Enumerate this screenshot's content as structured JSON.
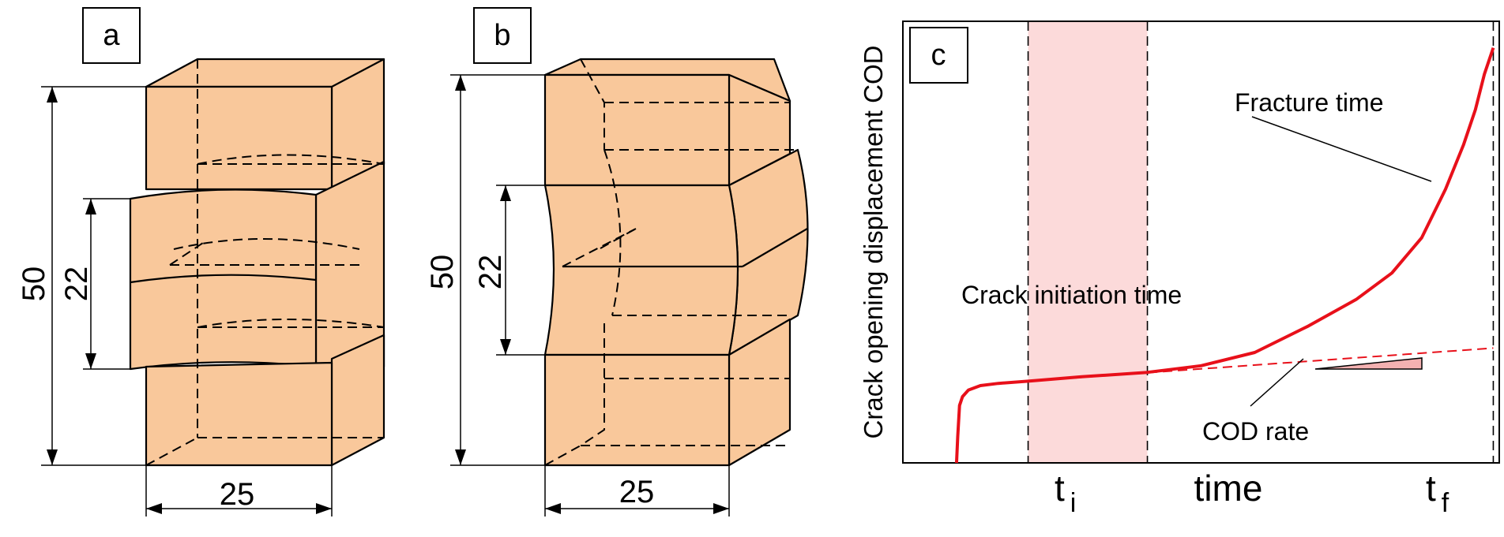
{
  "panels": {
    "a": {
      "label": "a",
      "dim_height": "50",
      "dim_notch": "22",
      "dim_width": "25"
    },
    "b": {
      "label": "b",
      "dim_height": "50",
      "dim_notch": "22",
      "dim_width": "25"
    },
    "c": {
      "label": "c",
      "ylabel": "Crack opening displacement COD",
      "xlabel": "time",
      "tick_ti_main": "t",
      "tick_ti_sub": "i",
      "tick_tf_main": "t",
      "tick_tf_sub": "f",
      "annotation_initiation": "Crack initiation time",
      "annotation_fracture": "Fracture time",
      "annotation_rate": "COD rate"
    }
  },
  "colors": {
    "specimen": "#f9c89b",
    "curve": "#e8101a",
    "initiation_band": "#fcdada",
    "rate_triangle": "#f3b1b1"
  },
  "chart_data": {
    "type": "line",
    "title": "",
    "xlabel": "time",
    "ylabel": "Crack opening displacement COD",
    "x_ticks": [
      "t_i",
      "t_f"
    ],
    "y_ticks": [],
    "grid": false,
    "legend": "none",
    "xlim": [
      0,
      1
    ],
    "ylim": [
      0,
      1
    ],
    "markers": {
      "t_i": 0.21,
      "t_f": 0.99
    },
    "initiation_band": [
      0.21,
      0.41
    ],
    "series": [
      {
        "style": "solid",
        "color": "#e8101a",
        "x": [
          0.09,
          0.092,
          0.095,
          0.1,
          0.11,
          0.13,
          0.16,
          0.21,
          0.3,
          0.41,
          0.5,
          0.59,
          0.68,
          0.76,
          0.82,
          0.87,
          0.91,
          0.94,
          0.96,
          0.975,
          0.99
        ],
        "y": [
          0.0,
          0.06,
          0.13,
          0.15,
          0.165,
          0.175,
          0.18,
          0.185,
          0.195,
          0.205,
          0.22,
          0.25,
          0.31,
          0.37,
          0.43,
          0.51,
          0.62,
          0.72,
          0.8,
          0.88,
          0.94
        ]
      },
      {
        "style": "dashed",
        "color": "#e8101a",
        "x": [
          0.21,
          0.99
        ],
        "y": [
          0.185,
          0.26
        ]
      }
    ]
  }
}
